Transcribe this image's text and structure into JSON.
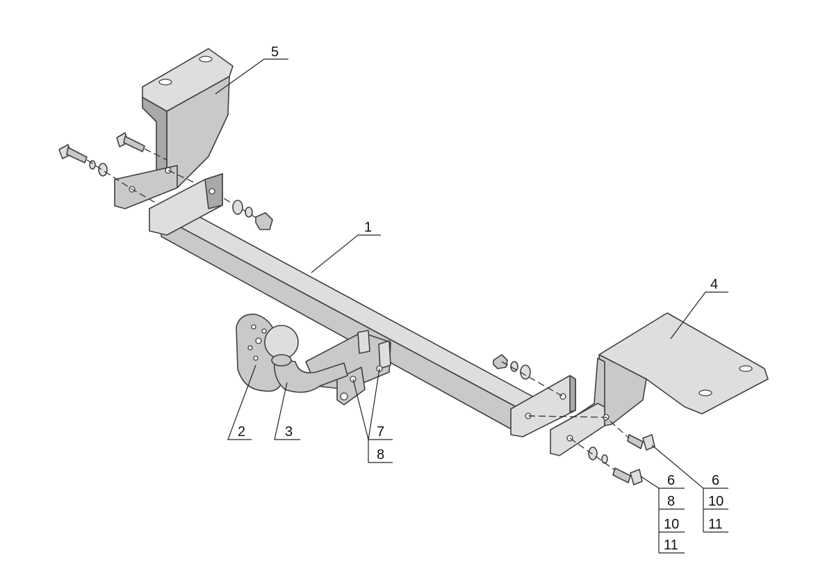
{
  "diagram": {
    "callouts": [
      {
        "id": "callout-1",
        "text": "1"
      },
      {
        "id": "callout-2",
        "text": "2"
      },
      {
        "id": "callout-3",
        "text": "3"
      },
      {
        "id": "callout-4",
        "text": "4"
      },
      {
        "id": "callout-5",
        "text": "5"
      },
      {
        "id": "callout-7",
        "text": "7"
      },
      {
        "id": "callout-8",
        "text": "8"
      }
    ],
    "left_fastener_table": [
      "6",
      "8",
      "10",
      "11"
    ],
    "right_fastener_table": [
      "6",
      "10",
      "11"
    ]
  }
}
